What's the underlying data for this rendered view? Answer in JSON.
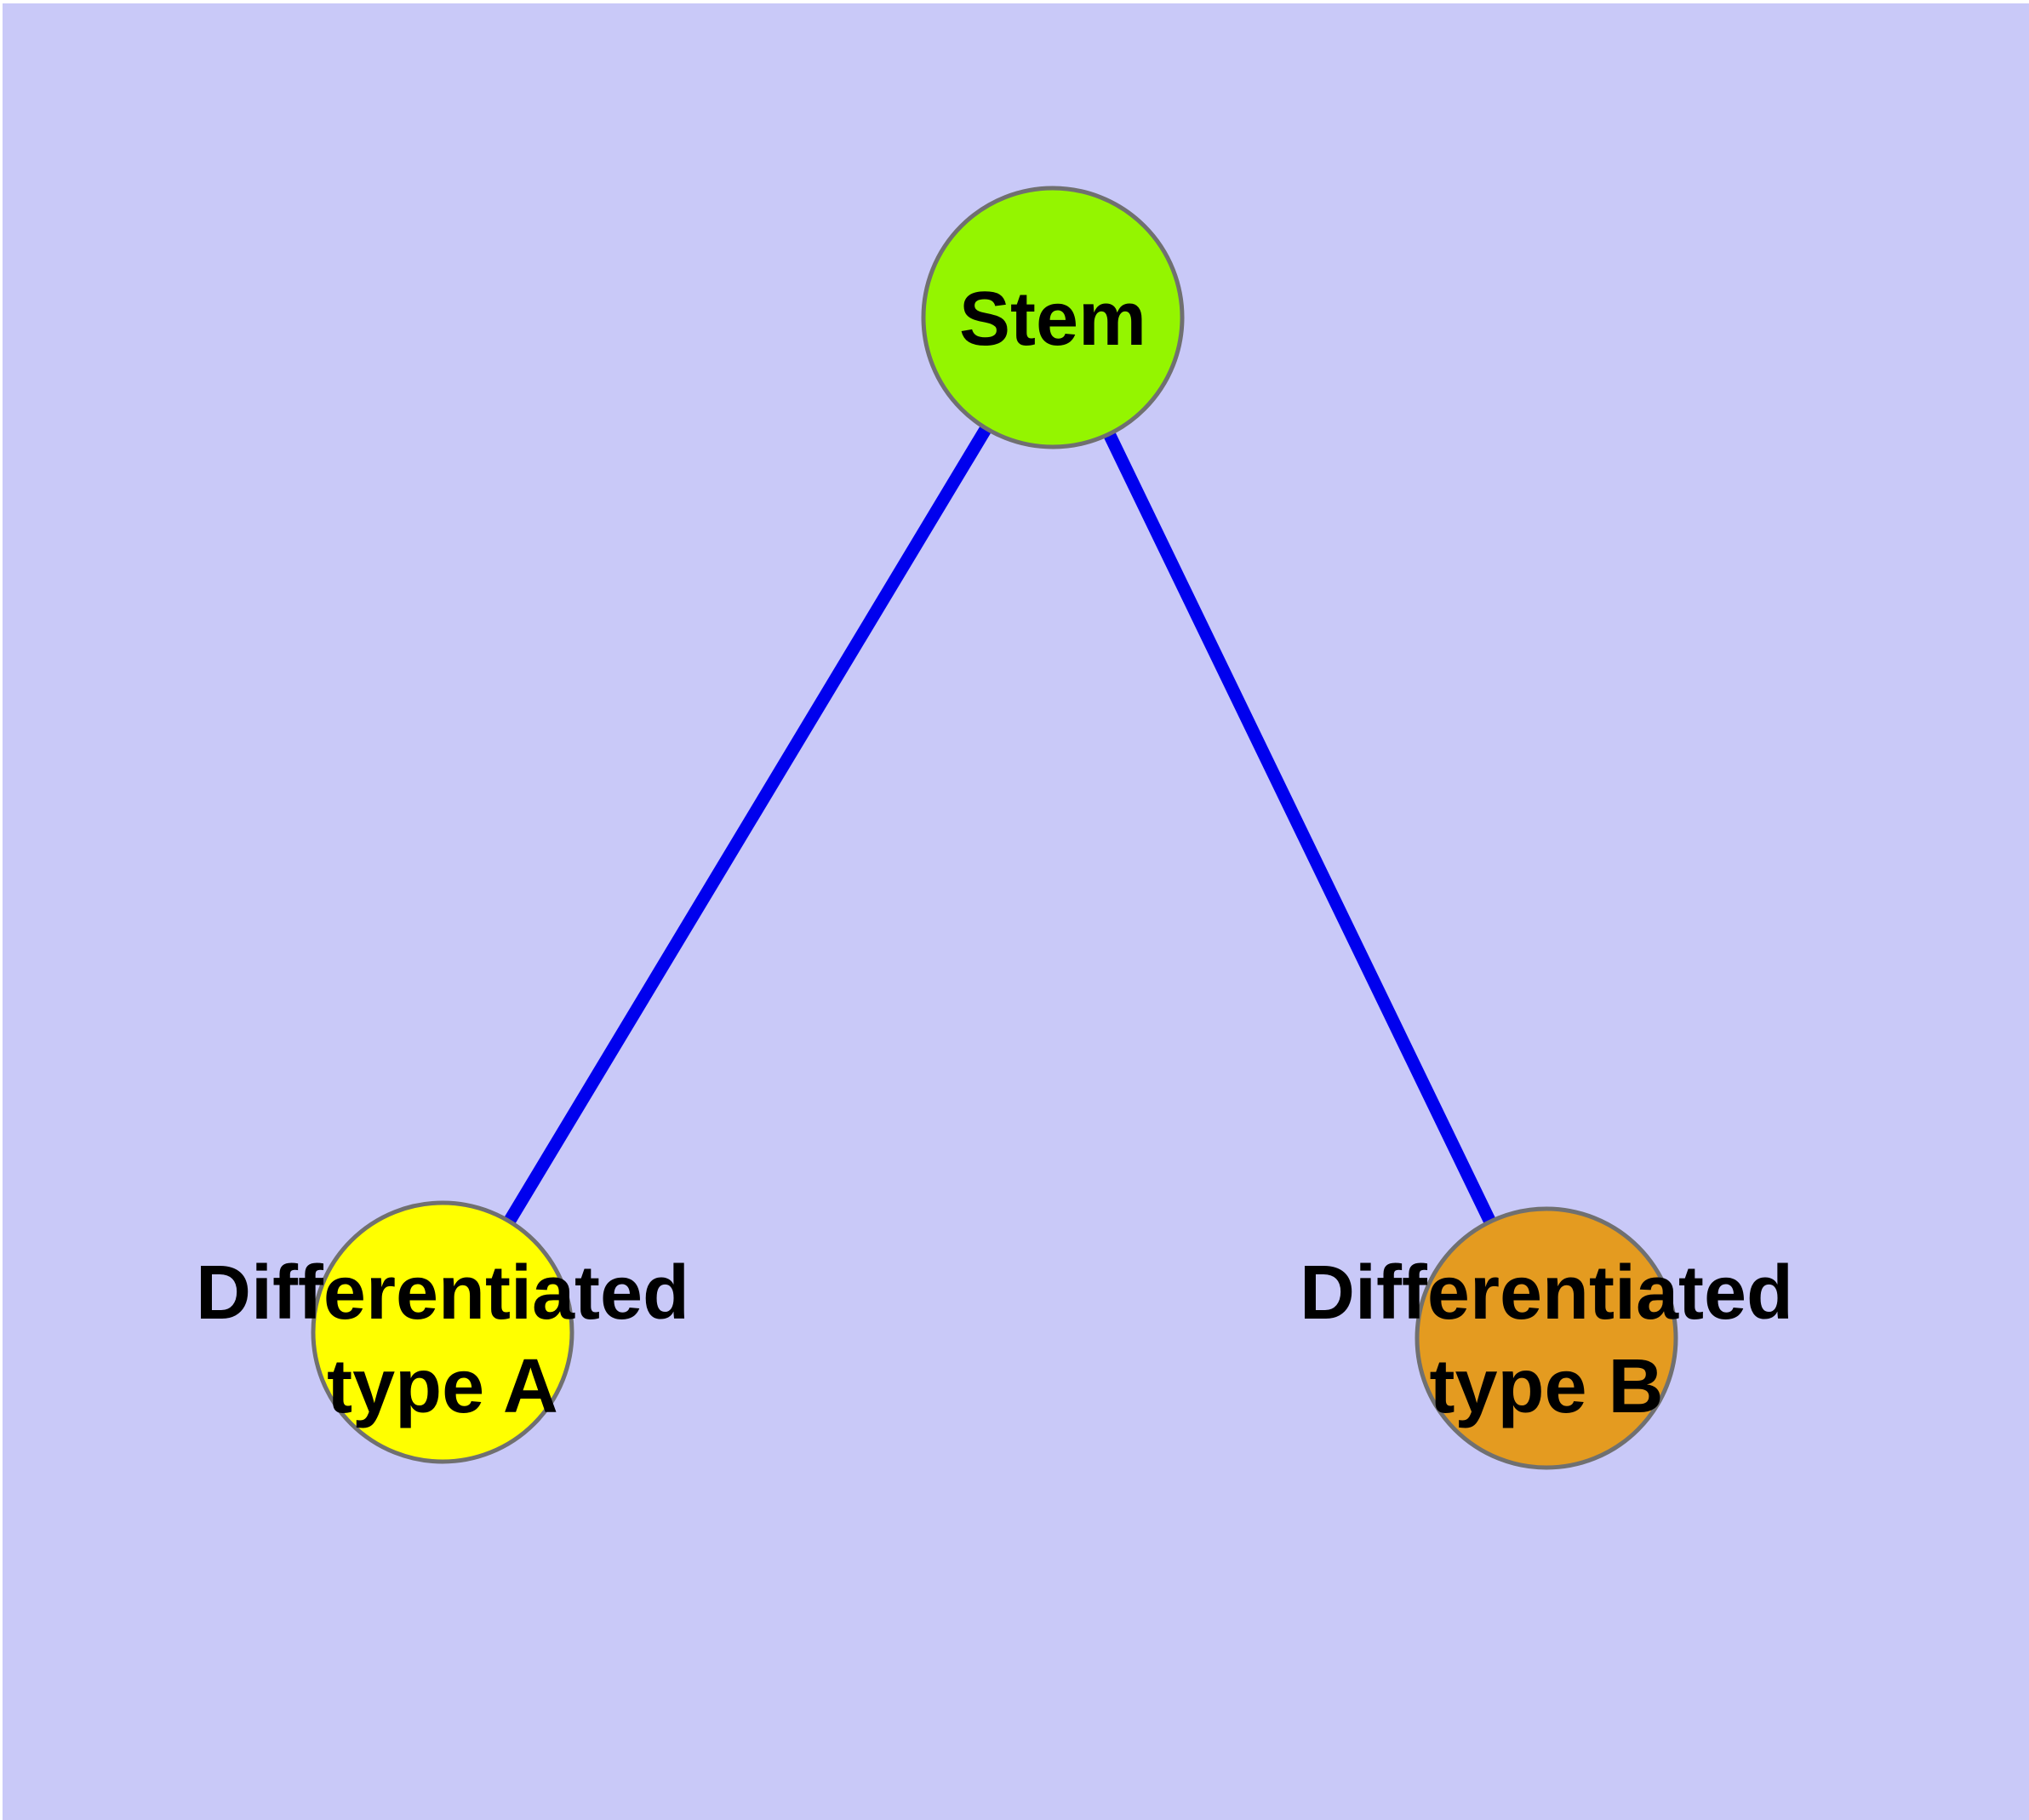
{
  "diagram": {
    "type": "node-link-graph",
    "background_color": "#C9C9F8",
    "page_border_color": "#FFFFFF",
    "edge_color": "#0000EE",
    "node_border_color": "#707070",
    "label_color": "#000000",
    "nodes": [
      {
        "id": "stem",
        "label": "Stem",
        "line1": "Stem",
        "line2": "",
        "fill": "#94F500",
        "shape": "circle"
      },
      {
        "id": "differentiated-type-a",
        "label": "Differentiated type A",
        "line1": "Differentiated",
        "line2": "type A",
        "fill": "#FFFF00",
        "shape": "circle"
      },
      {
        "id": "differentiated-type-b",
        "label": "Differentiated type B",
        "line1": "Differentiated",
        "line2": "type B",
        "fill": "#E49B20",
        "shape": "circle"
      }
    ],
    "edges": [
      {
        "from": "Stem",
        "to": "Differentiated type A"
      },
      {
        "from": "Stem",
        "to": "Differentiated type B"
      }
    ]
  }
}
